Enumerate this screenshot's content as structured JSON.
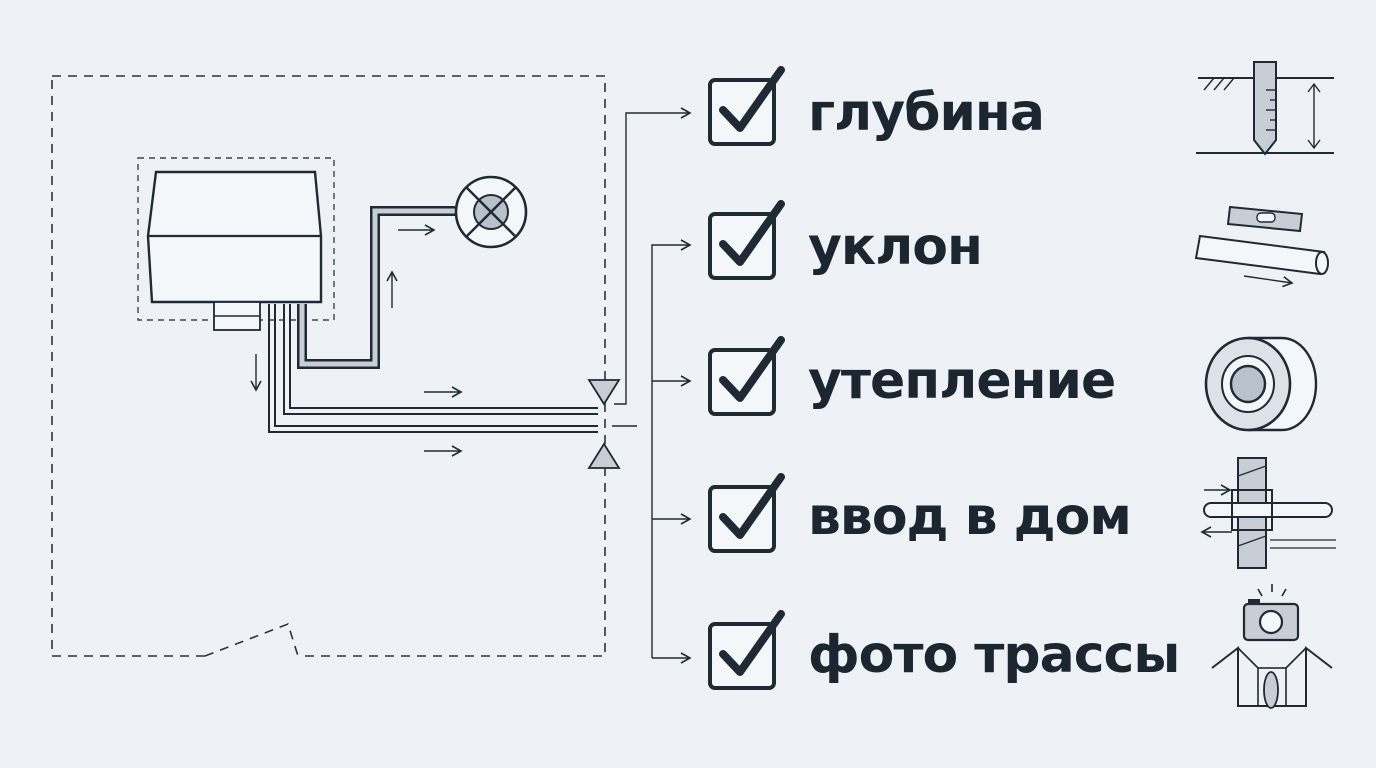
{
  "checklist": {
    "items": [
      {
        "label": "глубина",
        "icon": "depth-gauge-icon",
        "checked": true
      },
      {
        "label": "уклон",
        "icon": "spirit-level-pipe-icon",
        "checked": true
      },
      {
        "label": "утепление",
        "icon": "insulated-pipe-icon",
        "checked": true
      },
      {
        "label": "ввод в дом",
        "icon": "wall-penetration-icon",
        "checked": true
      },
      {
        "label": "фото трассы",
        "icon": "camera-trench-icon",
        "checked": true
      }
    ]
  },
  "colors": {
    "background": "#eef2f6",
    "ink": "#1f2a35",
    "pipe_fill": "#c7ced6",
    "dashed_border": "#2a3440"
  }
}
